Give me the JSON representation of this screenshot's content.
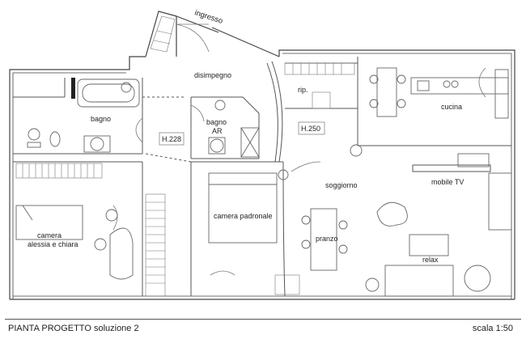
{
  "rooms": {
    "ingresso": "ingresso",
    "disimpegno": "disimpegno",
    "rip": "rip.",
    "cucina": "cucina",
    "bagno": "bagno",
    "bagno_ar_1": "bagno",
    "bagno_ar_2": "AR",
    "soggiorno": "soggiorno",
    "mobile_tv": "mobile TV",
    "camera_padronale": "camera padronale",
    "camera_figli_1": "camera",
    "camera_figli_2": "alessia e chiara",
    "pranzo": "pranzo",
    "relax": "relax"
  },
  "heights": {
    "h228": "H.228",
    "h250": "H.250"
  },
  "footer": {
    "title": "PIANTA PROGETTO soluzione  2",
    "scale": "scala 1:50"
  }
}
